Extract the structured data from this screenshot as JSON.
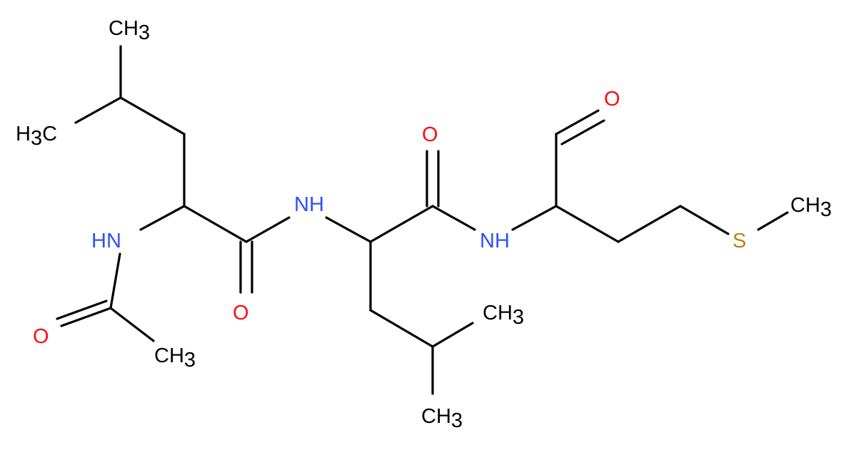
{
  "atoms": {
    "ch3_top": {
      "main": "CH",
      "sub": "3"
    },
    "h3c_left": {
      "pre": "H",
      "sub": "3",
      "post": "C"
    },
    "hn_left": "HN",
    "o_acetyl": "O",
    "ch3_acetyl": {
      "main": "CH",
      "sub": "3"
    },
    "o_amide1": "O",
    "nh_amide1": "NH",
    "o_amide2": "O",
    "nh_amide2": "NH",
    "ch3_leu2_a": {
      "main": "CH",
      "sub": "3"
    },
    "ch3_leu2_b": {
      "main": "CH",
      "sub": "3"
    },
    "o_aldehyde": "O",
    "s_atom": "S",
    "ch3_s": {
      "main": "CH",
      "sub": "3"
    }
  },
  "colors": {
    "carbon": "#000000",
    "nitrogen": "#3050F8",
    "oxygen": "#FF0D0D",
    "sulfur": "#B8860B"
  }
}
